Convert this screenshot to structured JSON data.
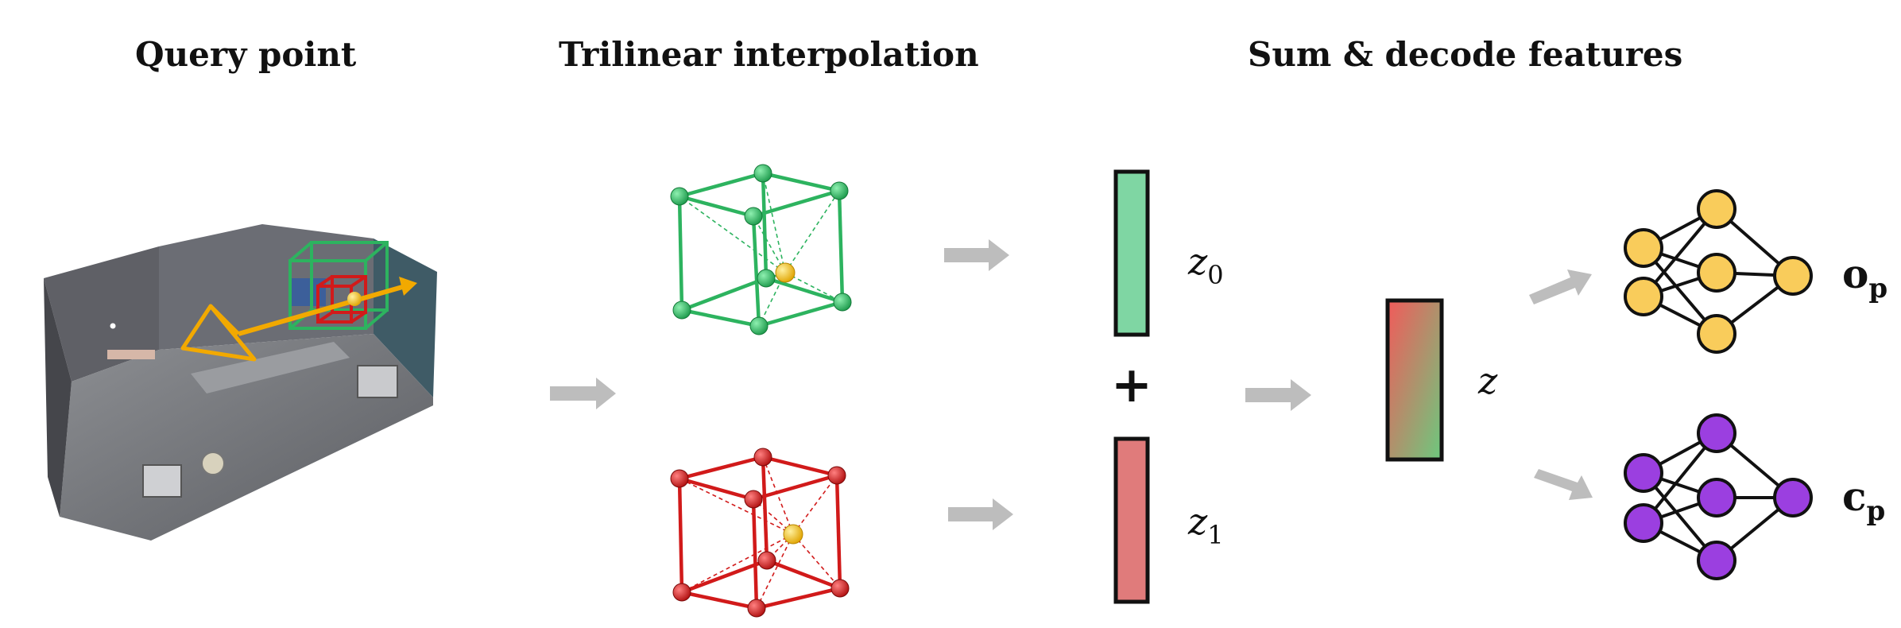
{
  "headings": {
    "query": "Query point",
    "trilinear": "Trilinear interpolation",
    "sum_decode": "Sum & decode features"
  },
  "features": {
    "z0_base": "z",
    "z0_sub": "0",
    "z1_base": "z",
    "z1_sub": "1",
    "z_sum": "z",
    "plus": "+"
  },
  "outputs": {
    "occupancy_base": "o",
    "occupancy_sub": "p",
    "color_base": "c",
    "color_sub": "p"
  },
  "colors": {
    "green": "#2db35f",
    "red": "#d11a1a",
    "yellow": "#f5b800",
    "orange": "#f2a900",
    "purple": "#9b3fe0",
    "arrow_gray": "#bdbdbd",
    "z0_fill": "#7fd6a3",
    "z1_fill": "#e07b7b"
  }
}
